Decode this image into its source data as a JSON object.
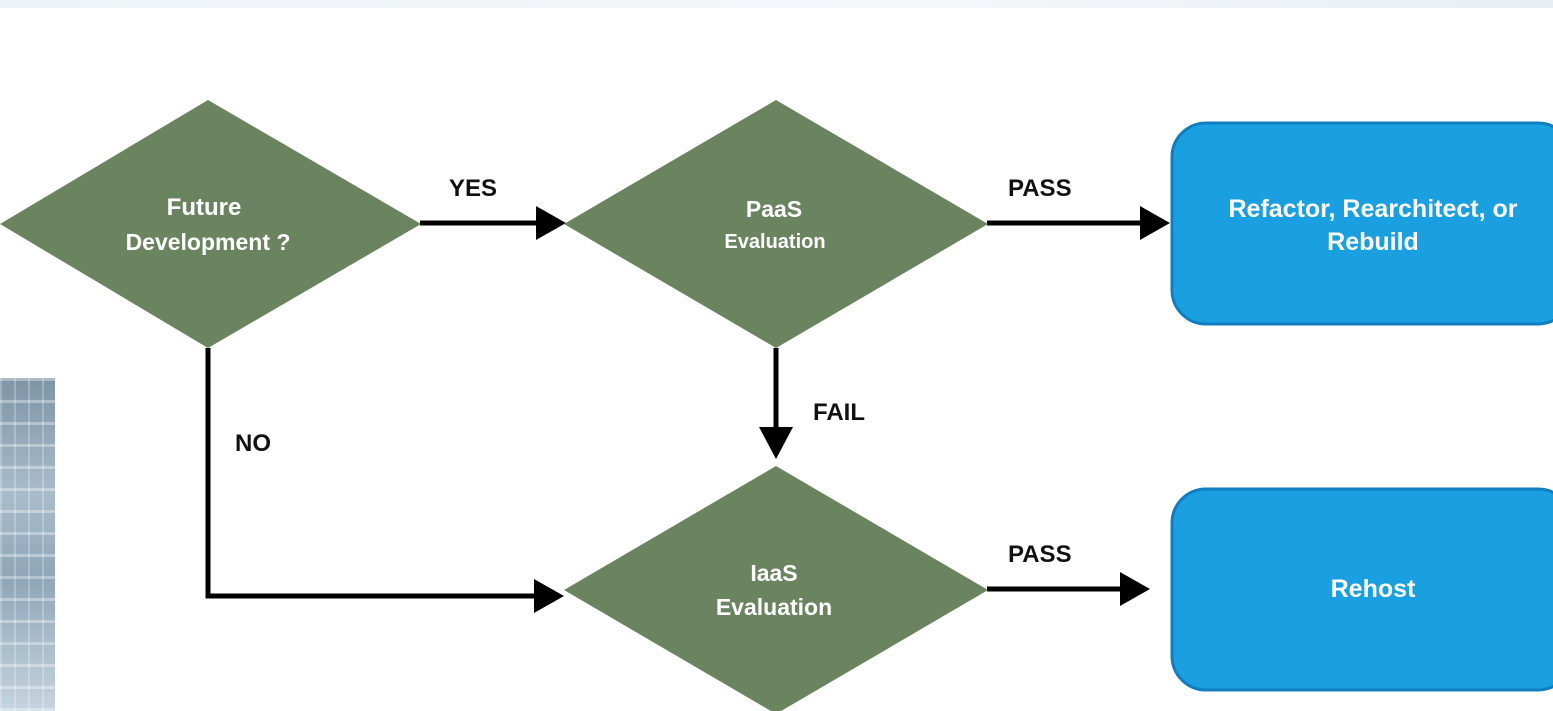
{
  "colors": {
    "decision_fill": "#6a8460",
    "action_fill": "#1a9fe0",
    "action_stroke": "#117ec0",
    "edge_color": "#000000",
    "label_color": "#111111"
  },
  "nodes": {
    "future_dev": {
      "line1": "Future",
      "line2": "Development ?"
    },
    "paas": {
      "line1": "PaaS",
      "line2": "Evaluation"
    },
    "iaas": {
      "line1": "IaaS",
      "line2": "Evaluation"
    },
    "refactor": {
      "line1": "Refactor, Rearchitect, or",
      "line2": "Rebuild"
    },
    "rehost": {
      "line1": "Rehost"
    }
  },
  "edges": {
    "yes": "YES",
    "no": "NO",
    "pass_top": "PASS",
    "fail": "FAIL",
    "pass_bottom": "PASS"
  }
}
